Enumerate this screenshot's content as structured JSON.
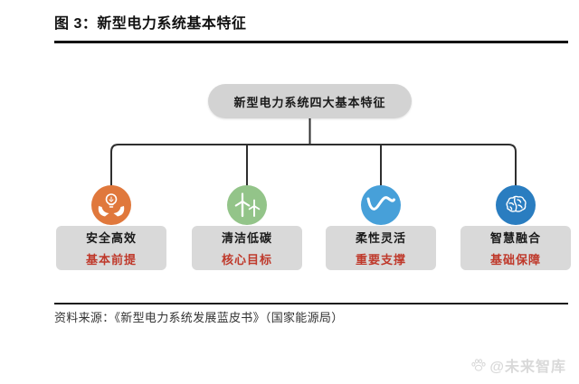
{
  "figure": {
    "title": "图 3：新型电力系统基本特征",
    "source": "资料来源：《新型电力系统发展蓝皮书》（国家能源局）"
  },
  "diagram": {
    "root_label": "新型电力系统四大基本特征",
    "nodes": [
      {
        "title": "安全高效",
        "subtitle": "基本前提",
        "icon": "hands-holding-bulb-icon",
        "color": "#e0783c"
      },
      {
        "title": "清洁低碳",
        "subtitle": "核心目标",
        "icon": "wind-turbines-icon",
        "color": "#93c489"
      },
      {
        "title": "柔性灵活",
        "subtitle": "重要支撑",
        "icon": "flexibility-wave-icon",
        "color": "#47a0d9"
      },
      {
        "title": "智慧融合",
        "subtitle": "基础保障",
        "icon": "brain-icon",
        "color": "#2a7dc0"
      }
    ],
    "colors": {
      "root_fill": "#d3d3d3",
      "node_fill": "#d9d9d9",
      "connector": "#2f2f2f",
      "node_title_text": "#1a1a1a",
      "node_subtitle_text": "#bf392b"
    }
  },
  "watermark": {
    "handle": "@未来智库",
    "icon": "paw-icon",
    "color": "#d9d9d9"
  }
}
